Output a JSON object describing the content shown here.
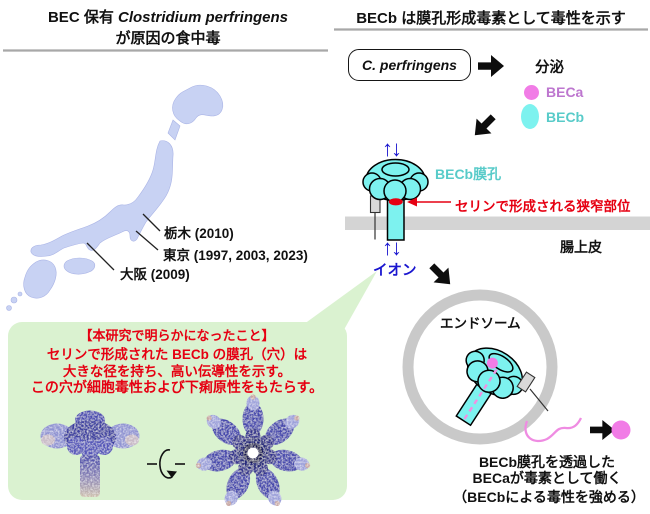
{
  "colors": {
    "map": "#c8d2f3",
    "green_box": "#daf2d0",
    "red": "#e60012",
    "blue": "#1a16cf",
    "pink": "#f17ce6",
    "plum": "#bd76cf",
    "cyan": "#7df2ef",
    "teal": "#58cbc9",
    "membrane": "#d4d4d4",
    "ring": "#c9c9c9"
  },
  "panel_left": {
    "title_prefix": "BEC 保有 ",
    "title_species": "Clostridium perfringens",
    "title_line2": "が原因の食中毒",
    "map_labels": [
      {
        "name": "栃木 (2010)"
      },
      {
        "name": "東京 (1997, 2003, 2023)"
      },
      {
        "name": "大阪 (2009)"
      }
    ],
    "findings": {
      "heading": "【本研究で明らかになったこと】",
      "line1": "セリンで形成された BECb の膜孔（穴）は",
      "line2": "大きな径を持ち、高い伝導性を示す。",
      "line3": "この穴が細胞毒性および下痢原性をもたらす。"
    }
  },
  "panel_right": {
    "title": "BECb は膜孔形成毒素として毒性を示す",
    "bacterium": "C. perfringens",
    "secretion_label": "分泌",
    "legend": [
      {
        "label": "BECa"
      },
      {
        "label": "BECb"
      }
    ],
    "pore_label": "BECb膜孔",
    "constriction_label": "セリンで形成される狭窄部位",
    "epithelium_label": "腸上皮",
    "ion_arrows": "↑↓",
    "ion_label": "イオン",
    "endosome_label": "エンドソーム",
    "outcome": {
      "line1": "BECb膜孔を透過した",
      "line2": "BECaが毒素として働く",
      "line3": "（BECbによる毒性を強める）"
    }
  }
}
